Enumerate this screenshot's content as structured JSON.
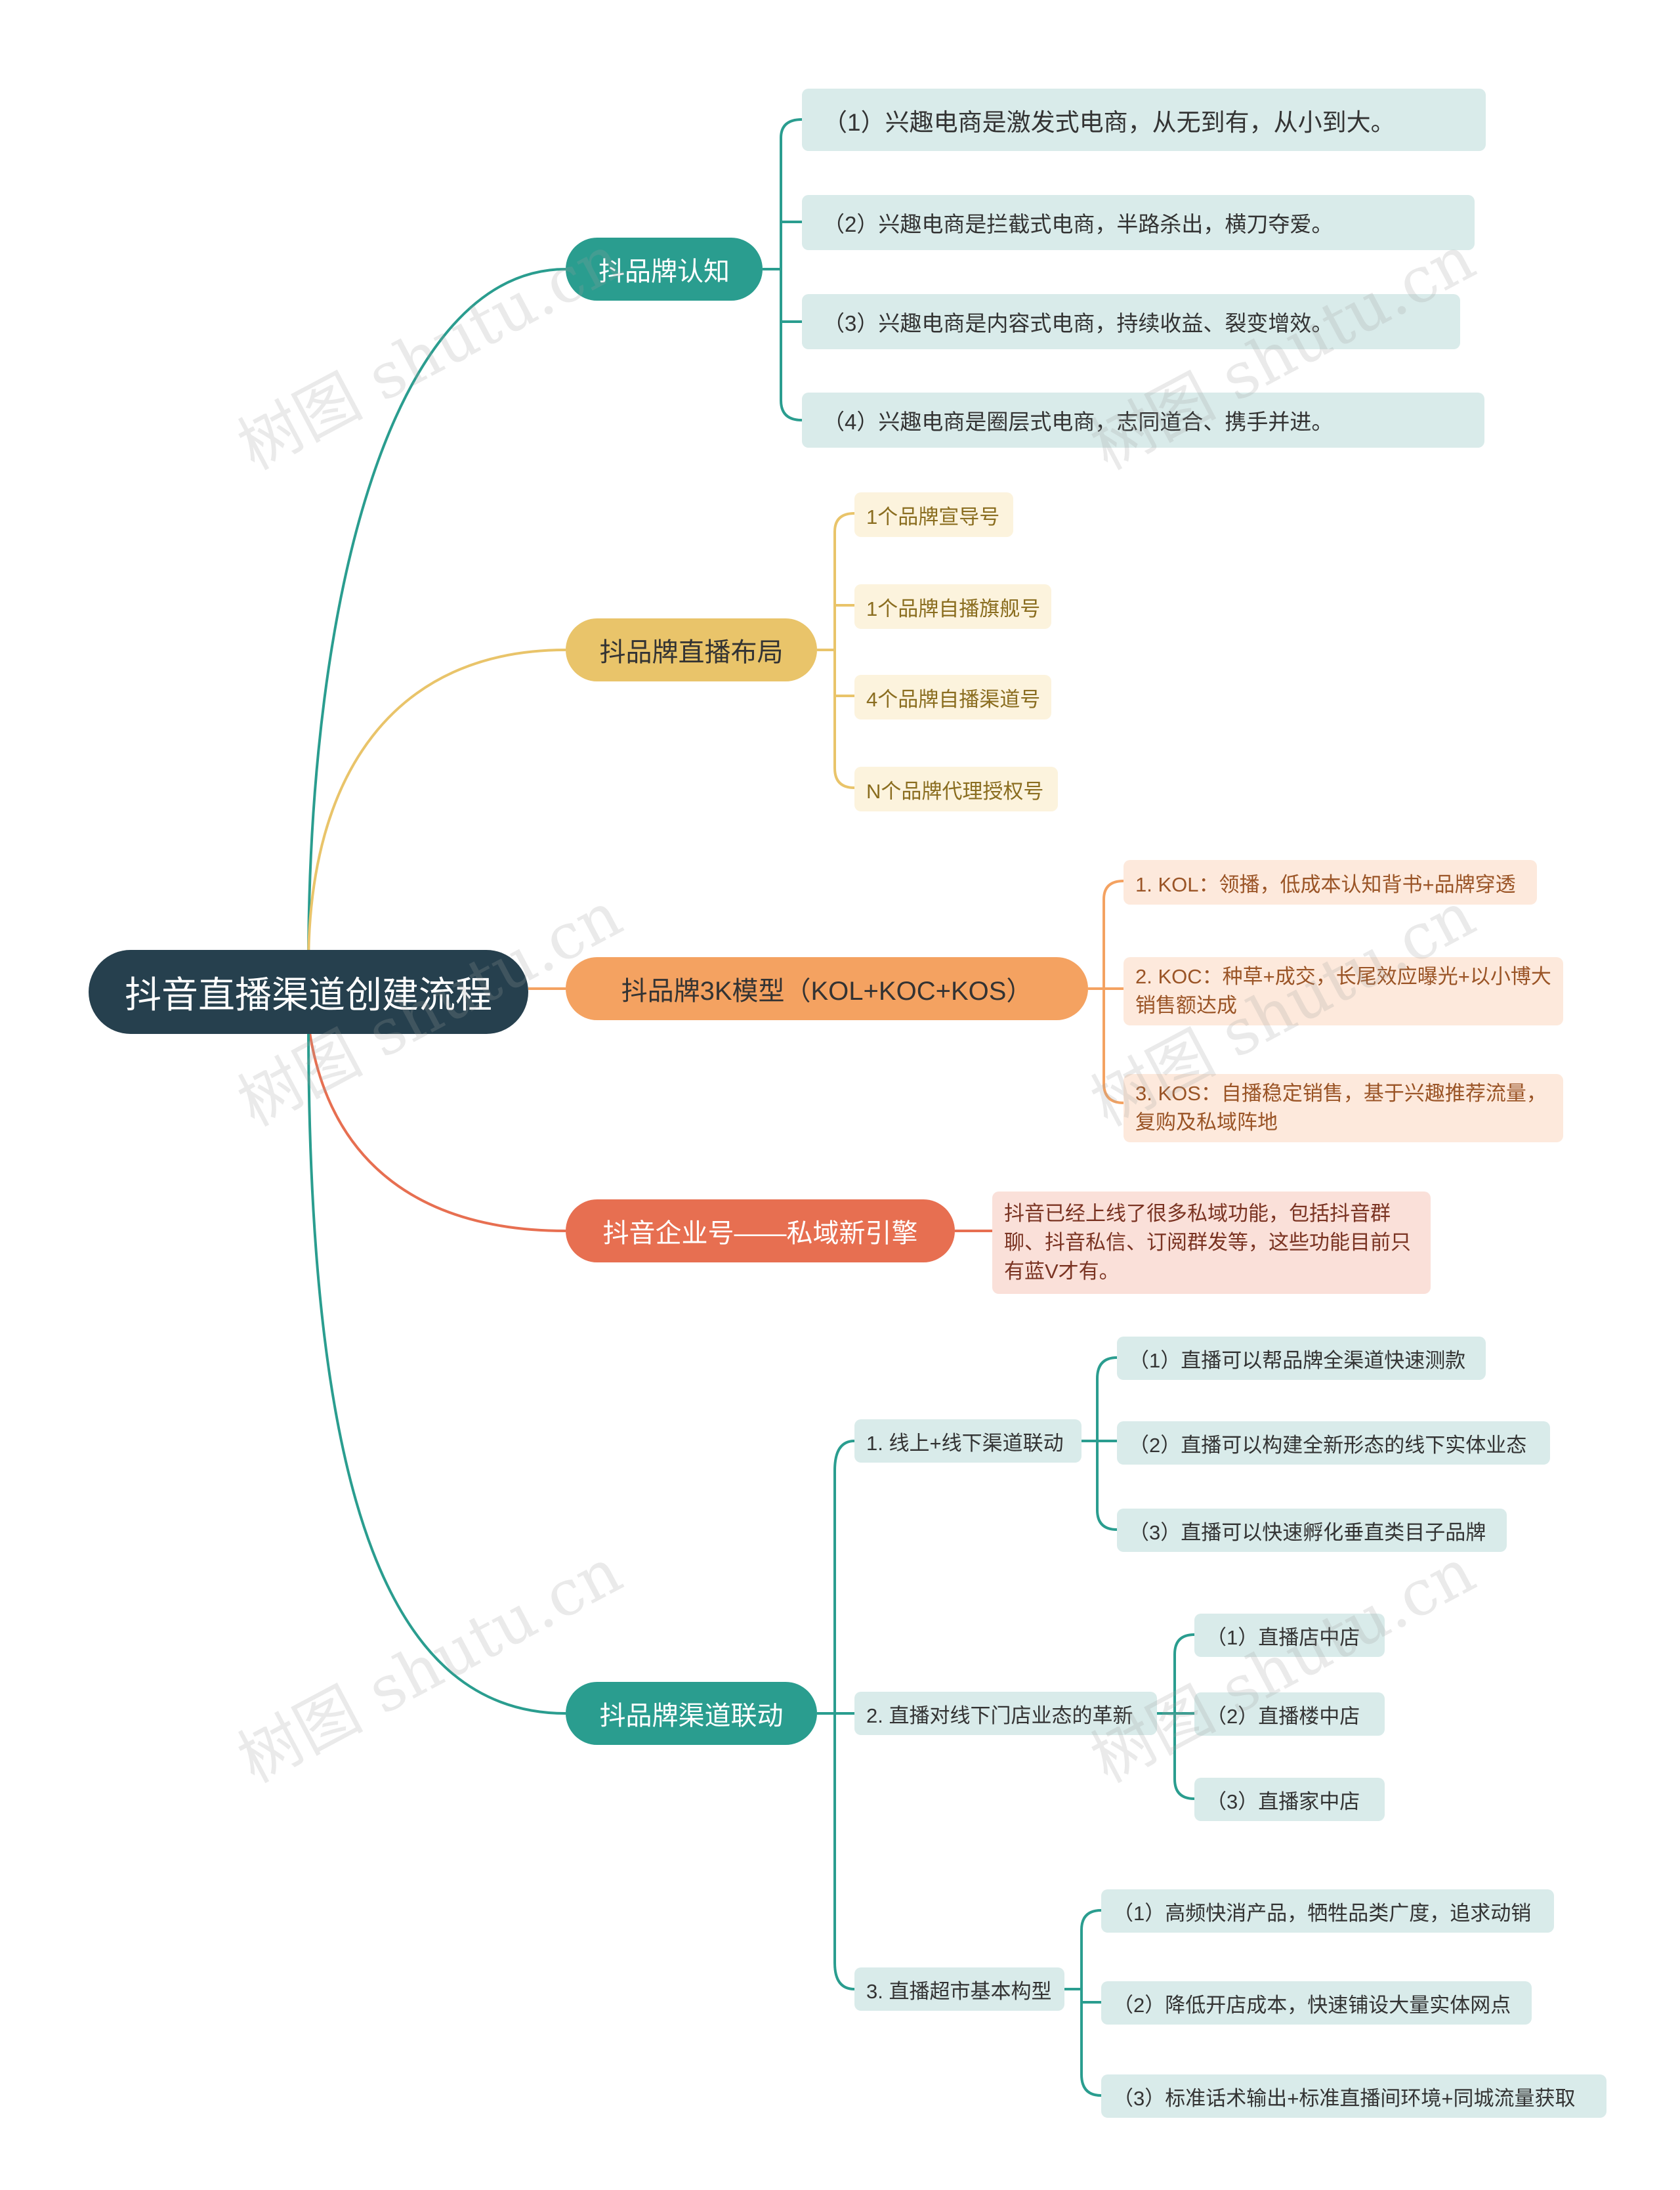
{
  "root": "抖音直播渠道创建流程",
  "watermark": "树图 shutu.cn",
  "colors": {
    "root": "#26404e",
    "teal": "#2a9d8f",
    "yellow": "#e9c46a",
    "orange": "#f4a261",
    "red": "#e76f51"
  },
  "branches": {
    "b1": {
      "label": "抖品牌认知",
      "items": [
        "（1）兴趣电商是激发式电商，从无到有，从小到大。",
        "（2）兴趣电商是拦截式电商，半路杀出，横刀夺爱。",
        "（3）兴趣电商是内容式电商，持续收益、裂变增效。",
        "（4）兴趣电商是圈层式电商，志同道合、携手并进。"
      ]
    },
    "b2": {
      "label": "抖品牌直播布局",
      "items": [
        "1个品牌宣导号",
        "1个品牌自播旗舰号",
        "4个品牌自播渠道号",
        "N个品牌代理授权号"
      ]
    },
    "b3": {
      "label": "抖品牌3K模型（KOL+KOC+KOS）",
      "items": [
        "1. KOL：领播，低成本认知背书+品牌穿透",
        "2. KOC：种草+成交，长尾效应曝光+以小博大销售额达成",
        "3. KOS：自播稳定销售，基于兴趣推荐流量，复购及私域阵地"
      ]
    },
    "b4": {
      "label": "抖音企业号——私域新引擎",
      "items": [
        "抖音已经上线了很多私域功能，包括抖音群聊、抖音私信、订阅群发等，这些功能目前只有蓝V才有。"
      ]
    },
    "b5": {
      "label": "抖品牌渠道联动",
      "subs": [
        {
          "label": "1. 线上+线下渠道联动",
          "items": [
            "（1）直播可以帮品牌全渠道快速测款",
            "（2）直播可以构建全新形态的线下实体业态",
            "（3）直播可以快速孵化垂直类目子品牌"
          ]
        },
        {
          "label": "2. 直播对线下门店业态的革新",
          "items": [
            "（1）直播店中店",
            "（2）直播楼中店",
            "（3）直播家中店"
          ]
        },
        {
          "label": "3. 直播超市基本构型",
          "items": [
            "（1）高频快消产品，牺牲品类广度，追求动销",
            "（2）降低开店成本，快速铺设大量实体网点",
            "（3）标准话术输出+标准直播间环境+同城流量获取"
          ]
        }
      ]
    }
  }
}
